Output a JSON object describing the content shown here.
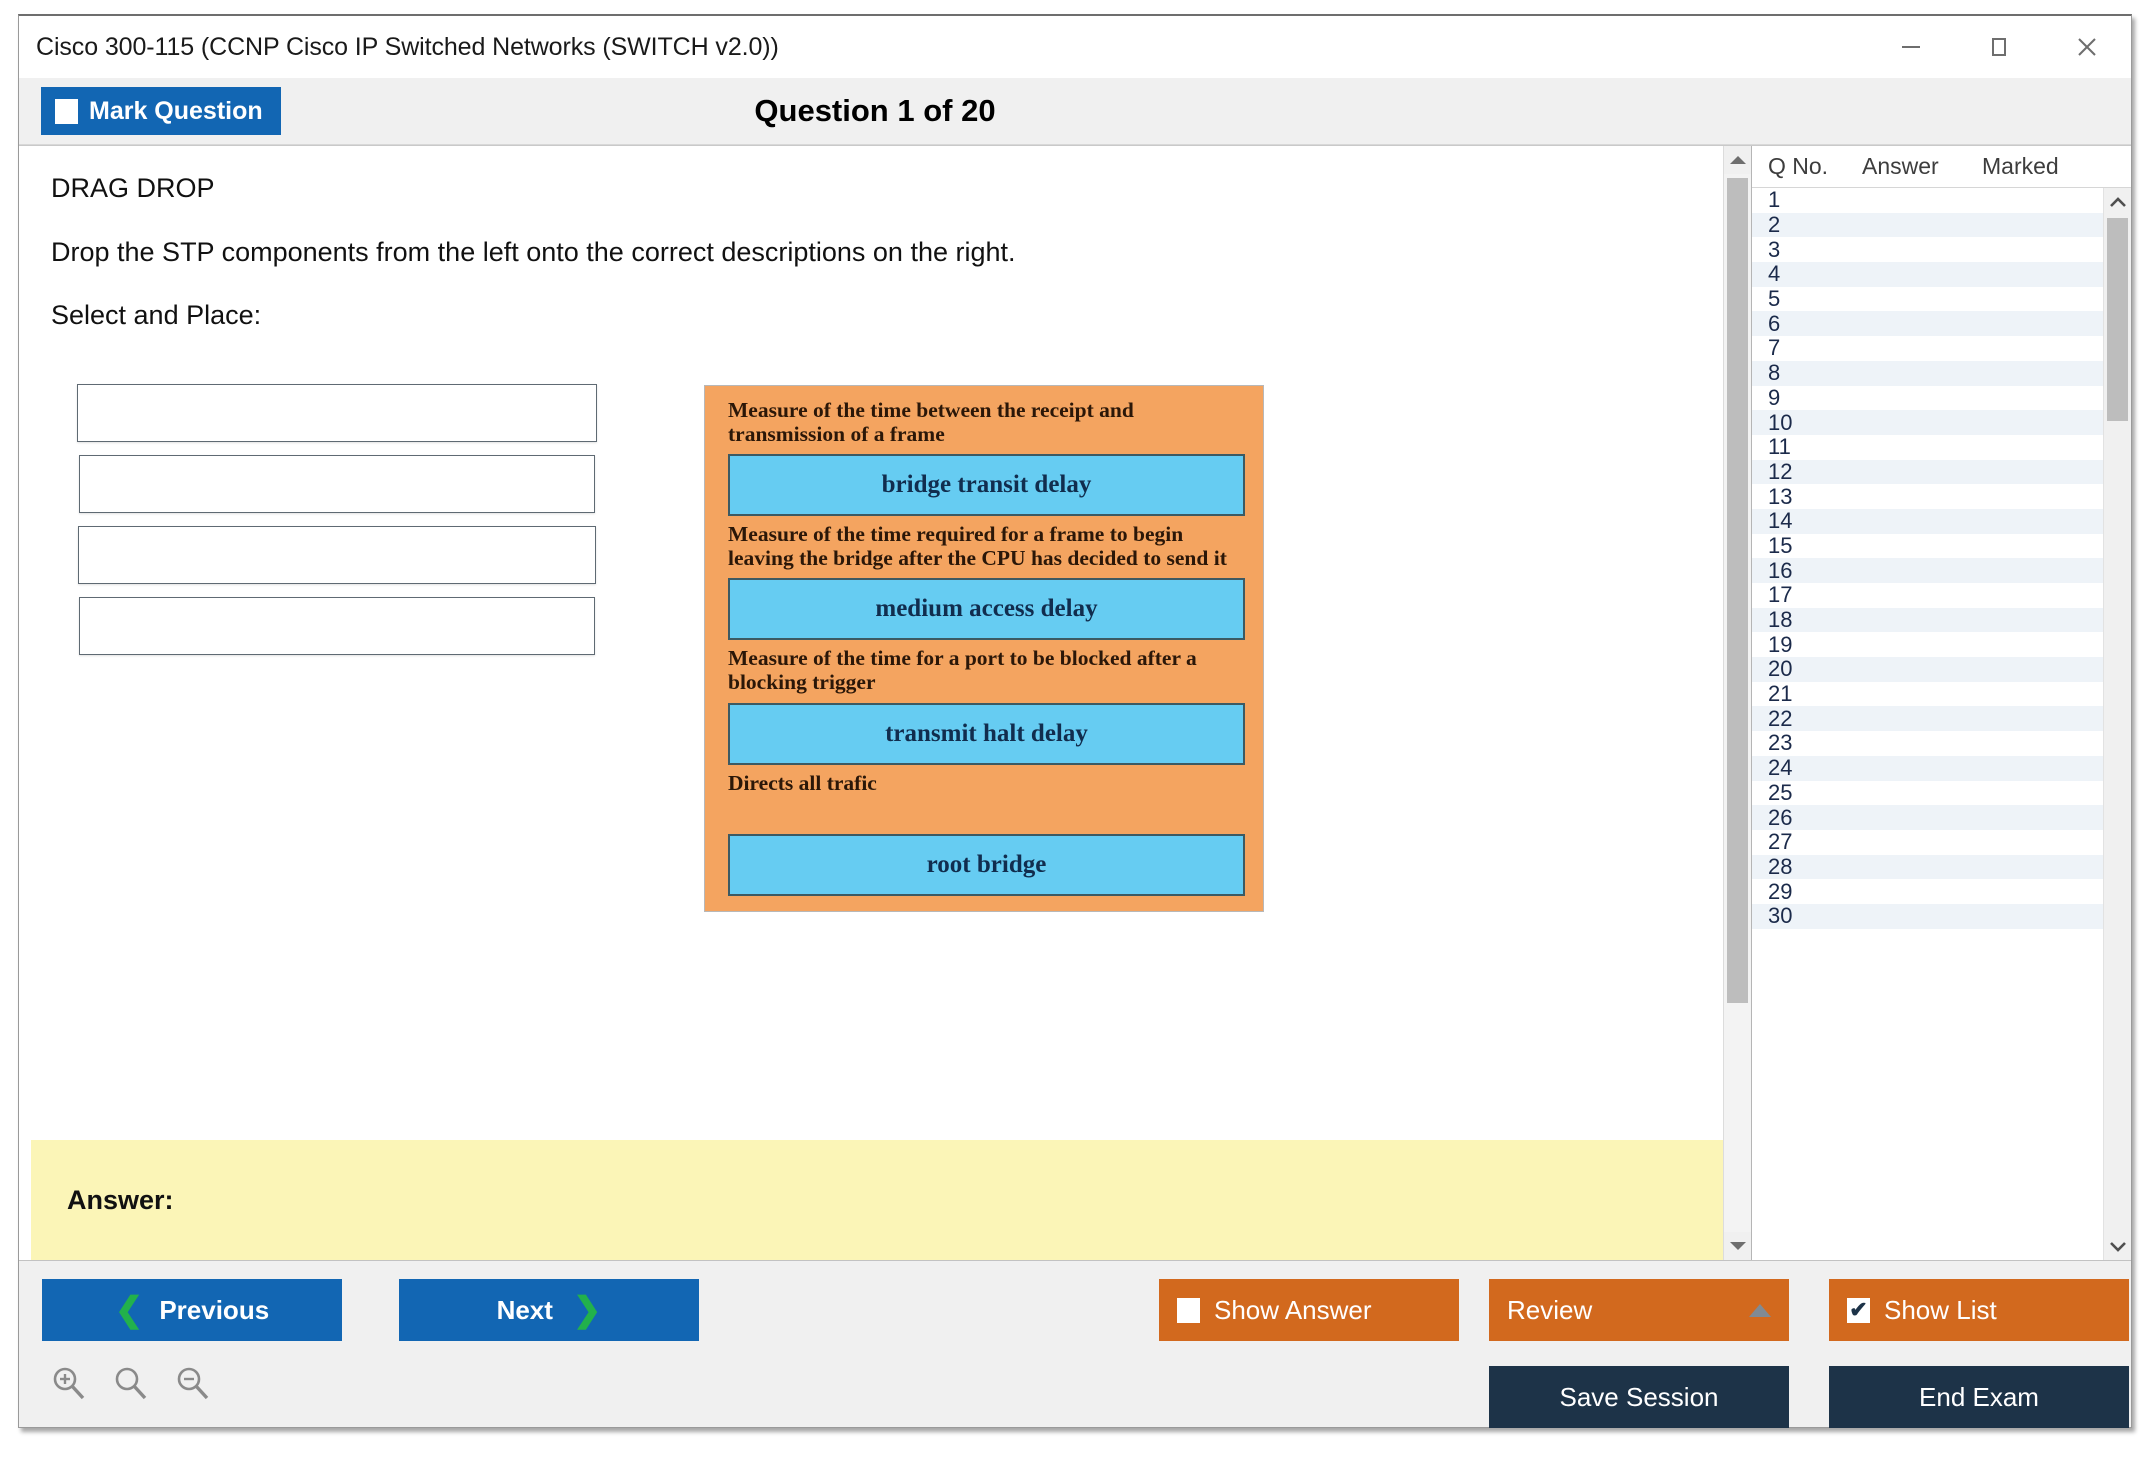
{
  "window": {
    "title": "Cisco 300-115 (CCNP Cisco IP Switched Networks (SWITCH v2.0))",
    "controls": {
      "minimize": "minimize-icon",
      "maximize": "maximize-icon",
      "close": "close-icon"
    }
  },
  "toolbar": {
    "mark_question_label": "Mark Question",
    "mark_question_checked": false,
    "question_counter": "Question 1 of 20"
  },
  "question": {
    "kind": "DRAG DROP",
    "prompt": "Drop the STP components from the left onto the correct descriptions on the right.",
    "select_and_place": "Select and Place:",
    "answer_label": "Answer:",
    "drop_targets": [
      "",
      "",
      "",
      ""
    ],
    "exhibit": {
      "panel_color": "#F4A460",
      "chip_color": "#66CCF2",
      "rows": [
        {
          "description": "Measure of the time between the receipt and transmission of a frame",
          "chip": "bridge transit delay"
        },
        {
          "description": "Measure of the time required for a frame to begin leaving the bridge after the CPU has decided to send it",
          "chip": "medium access delay"
        },
        {
          "description": "Measure of the time for a port to be blocked after a blocking trigger",
          "chip": "transmit halt delay"
        },
        {
          "description": "Directs all trafic",
          "chip": "root bridge"
        }
      ]
    }
  },
  "question_list": {
    "columns": [
      "Q No.",
      "Answer",
      "Marked"
    ],
    "rows": [
      {
        "no": "1",
        "answer": "",
        "marked": ""
      },
      {
        "no": "2",
        "answer": "",
        "marked": ""
      },
      {
        "no": "3",
        "answer": "",
        "marked": ""
      },
      {
        "no": "4",
        "answer": "",
        "marked": ""
      },
      {
        "no": "5",
        "answer": "",
        "marked": ""
      },
      {
        "no": "6",
        "answer": "",
        "marked": ""
      },
      {
        "no": "7",
        "answer": "",
        "marked": ""
      },
      {
        "no": "8",
        "answer": "",
        "marked": ""
      },
      {
        "no": "9",
        "answer": "",
        "marked": ""
      },
      {
        "no": "10",
        "answer": "",
        "marked": ""
      },
      {
        "no": "11",
        "answer": "",
        "marked": ""
      },
      {
        "no": "12",
        "answer": "",
        "marked": ""
      },
      {
        "no": "13",
        "answer": "",
        "marked": ""
      },
      {
        "no": "14",
        "answer": "",
        "marked": ""
      },
      {
        "no": "15",
        "answer": "",
        "marked": ""
      },
      {
        "no": "16",
        "answer": "",
        "marked": ""
      },
      {
        "no": "17",
        "answer": "",
        "marked": ""
      },
      {
        "no": "18",
        "answer": "",
        "marked": ""
      },
      {
        "no": "19",
        "answer": "",
        "marked": ""
      },
      {
        "no": "20",
        "answer": "",
        "marked": ""
      },
      {
        "no": "21",
        "answer": "",
        "marked": ""
      },
      {
        "no": "22",
        "answer": "",
        "marked": ""
      },
      {
        "no": "23",
        "answer": "",
        "marked": ""
      },
      {
        "no": "24",
        "answer": "",
        "marked": ""
      },
      {
        "no": "25",
        "answer": "",
        "marked": ""
      },
      {
        "no": "26",
        "answer": "",
        "marked": ""
      },
      {
        "no": "27",
        "answer": "",
        "marked": ""
      },
      {
        "no": "28",
        "answer": "",
        "marked": ""
      },
      {
        "no": "29",
        "answer": "",
        "marked": ""
      },
      {
        "no": "30",
        "answer": "",
        "marked": ""
      }
    ]
  },
  "footer": {
    "previous": "Previous",
    "next": "Next",
    "show_answer": "Show Answer",
    "show_answer_checked": false,
    "review": "Review",
    "show_list": "Show List",
    "show_list_checked": true,
    "show_list_tick": "✔",
    "save_session": "Save Session",
    "end_exam": "End Exam",
    "zoom_in": "zoom-in-icon",
    "zoom_reset": "zoom-reset-icon",
    "zoom_out": "zoom-out-icon"
  },
  "colors": {
    "accent_blue": "#1266b3",
    "accent_orange": "#D2691E",
    "navy": "#1d3348",
    "answer_strip": "#FBF5B7",
    "green_arrow": "#22b14c"
  }
}
